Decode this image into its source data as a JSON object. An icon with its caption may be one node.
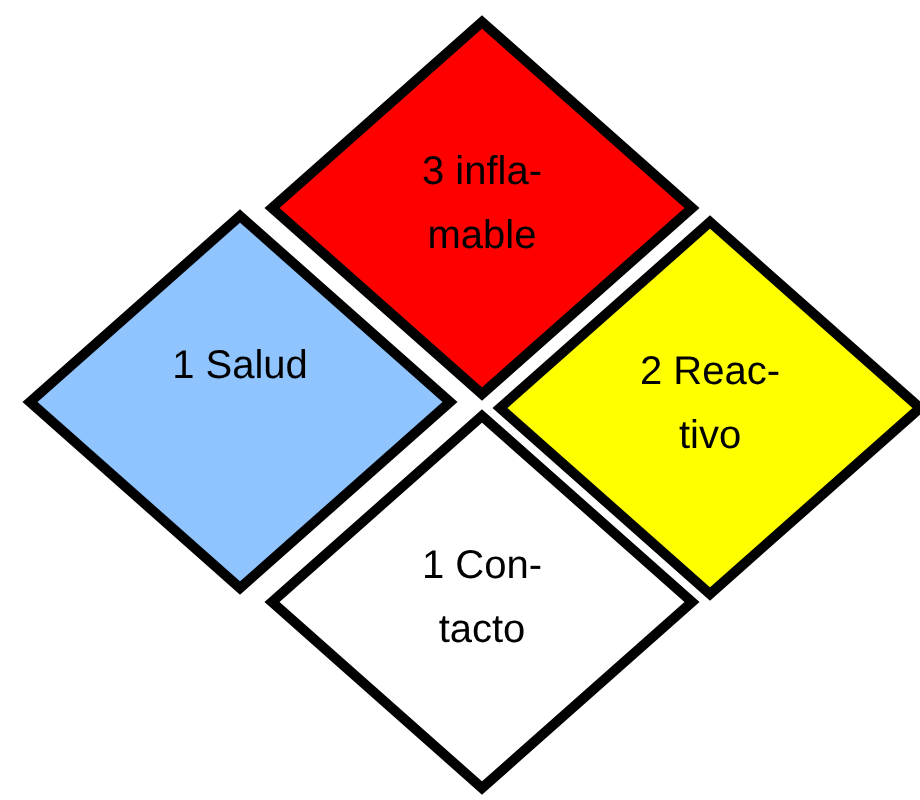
{
  "diagram": {
    "nodes": [
      {
        "text": [
          "3 infla- mable"
        ]
      },
      {
        "text": [
          "1 Salud"
        ]
      },
      {
        "text": [
          "2 Reac- tivo"
        ]
      },
      {
        "text": [
          "1 Con- tacto"
        ]
      }
    ]
  }
}
